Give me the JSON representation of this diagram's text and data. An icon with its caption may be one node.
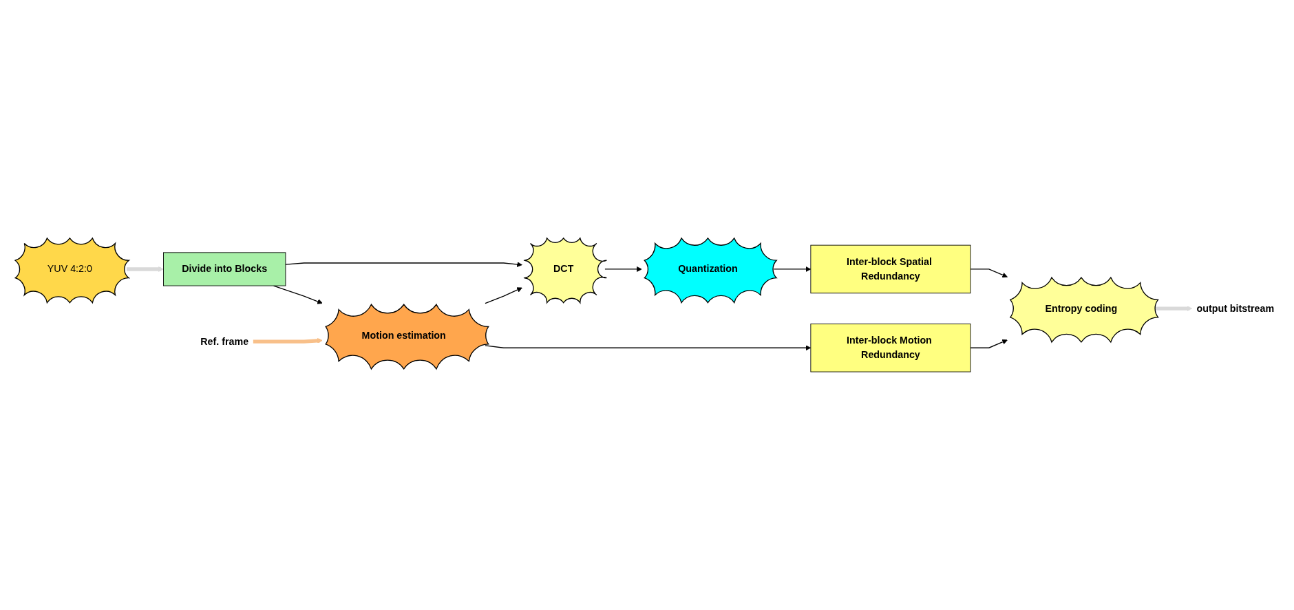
{
  "diagram": {
    "nodes": [
      {
        "text": [
          "YUV 4:2:0"
        ]
      },
      {
        "text": [
          "Divide into Blocks"
        ]
      },
      {
        "text": [
          "DCT"
        ]
      },
      {
        "text": [
          "Quantization"
        ]
      },
      {
        "text": [
          "Inter-block Spatial Redundancy"
        ]
      },
      {
        "text": [
          "Entropy coding"
        ]
      },
      {
        "text": [
          "output bitstream"
        ]
      },
      {
        "text": [
          "Motion estimation"
        ]
      },
      {
        "text": [
          "Inter-block Motion Redundancy"
        ]
      },
      {
        "text": [
          "Ref. frame"
        ]
      }
    ],
    "edges": [
      {
        "from": 0,
        "to": 1,
        "arrow": "to",
        "style": "thick",
        "color": "#d9d9d9"
      },
      {
        "from": 1,
        "to": 2,
        "arrow": "to"
      },
      {
        "from": 1,
        "to": 7,
        "arrow": "to"
      },
      {
        "from": 2,
        "to": 3,
        "arrow": "to"
      },
      {
        "from": 3,
        "to": 4,
        "arrow": "to"
      },
      {
        "from": 4,
        "to": 5,
        "arrow": "to"
      },
      {
        "from": 5,
        "to": 6,
        "arrow": "to",
        "style": "thick",
        "color": "#d9d9d9"
      },
      {
        "from": 7,
        "to": 2,
        "arrow": "to"
      },
      {
        "from": 7,
        "to": 8,
        "arrow": "to"
      },
      {
        "from": 8,
        "to": 5,
        "arrow": "to"
      },
      {
        "from": 9,
        "to": 7,
        "arrow": "to",
        "style": "thick",
        "color": "#f8c08a"
      }
    ]
  }
}
